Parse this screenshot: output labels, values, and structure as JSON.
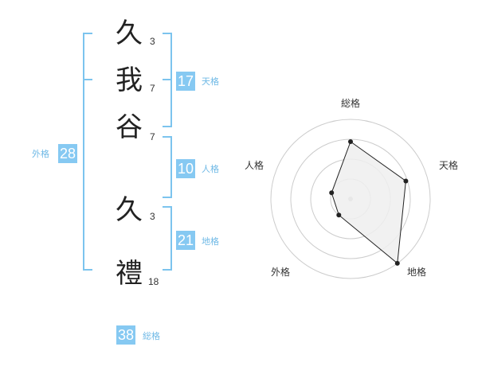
{
  "name": {
    "characters": [
      {
        "char": "久",
        "strokes": "3"
      },
      {
        "char": "我",
        "strokes": "7"
      },
      {
        "char": "谷",
        "strokes": "7"
      },
      {
        "char": "久",
        "strokes": "3"
      },
      {
        "char": "禮",
        "strokes": "18"
      }
    ]
  },
  "fortune": {
    "tenkaku": {
      "value": "17",
      "label": "天格"
    },
    "jinkaku": {
      "value": "10",
      "label": "人格"
    },
    "chikaku": {
      "value": "21",
      "label": "地格"
    },
    "gaikaku": {
      "value": "28",
      "label": "外格"
    },
    "soukaku": {
      "value": "38",
      "label": "総格"
    }
  },
  "chart_data": {
    "type": "radar",
    "axes": [
      "総格",
      "天格",
      "地格",
      "外格",
      "人格"
    ],
    "values": [
      0.72,
      0.73,
      1.0,
      0.25,
      0.25
    ],
    "max": 1,
    "rings": 4,
    "colors": {
      "fill": "#eeeeee",
      "stroke": "#222222",
      "grid": "#cccccc"
    }
  }
}
